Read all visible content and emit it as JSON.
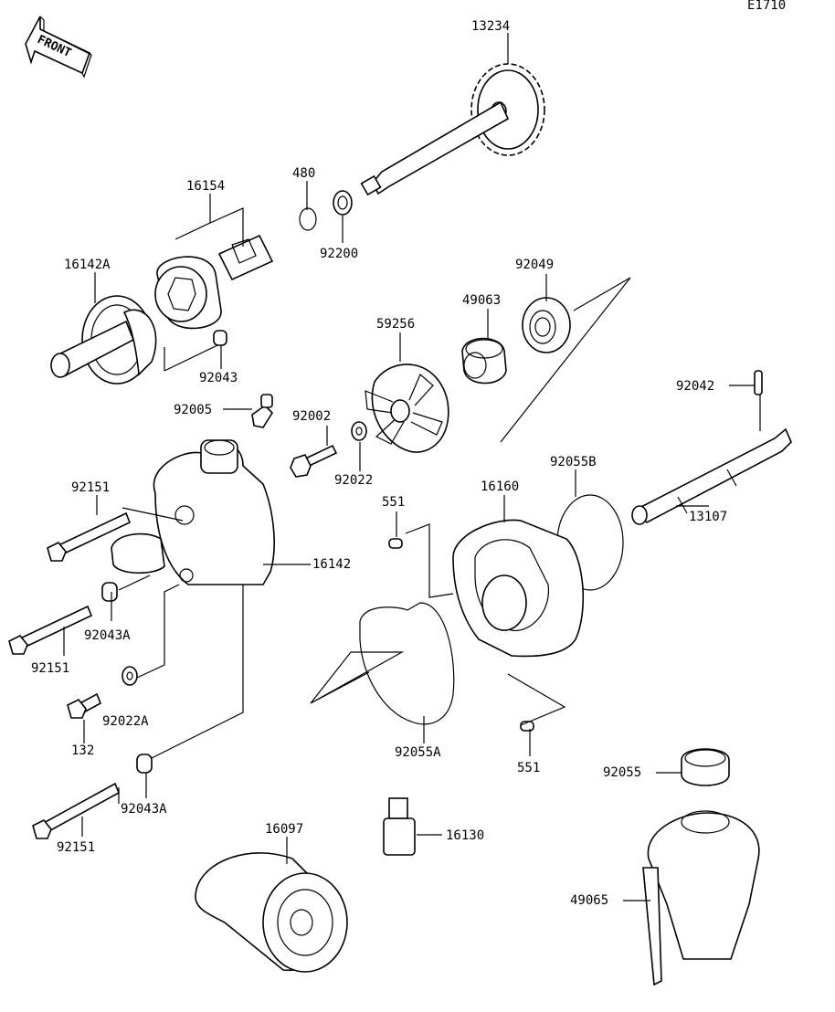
{
  "diagram": {
    "code": "E1710",
    "front_label": "FRONT",
    "labels": [
      "13234",
      "480",
      "92200",
      "16154",
      "16142A",
      "92043",
      "92049",
      "49063",
      "59256",
      "92005",
      "92002",
      "92022",
      "92042",
      "92055B",
      "16160",
      "551",
      "13107",
      "92151",
      "16142",
      "92043A",
      "92151",
      "92022A",
      "132",
      "92055A",
      "551",
      "92055",
      "92043A",
      "92151",
      "16097",
      "16130",
      "49065"
    ]
  }
}
